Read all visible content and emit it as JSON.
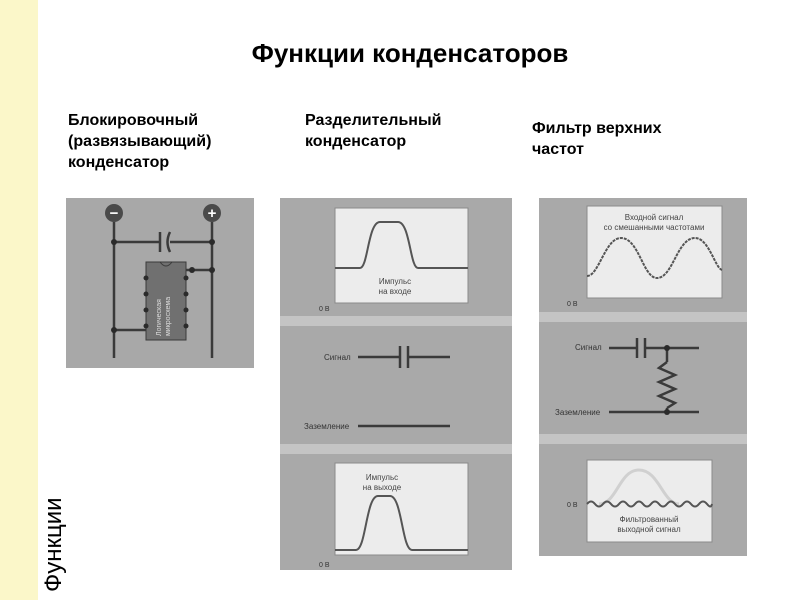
{
  "sidebar": {
    "label": "Функции"
  },
  "title": "Функции конденсаторов",
  "columns": [
    {
      "title": "Блокировочный\n(развязывающий)\nконденсатор"
    },
    {
      "title": "Разделительный\nконденсатор"
    },
    {
      "title": "Фильтр верхних\nчастот"
    }
  ],
  "panel1": {
    "minus": "−",
    "plus": "+",
    "chip_line1": "Логическая",
    "chip_line2": "микросхема"
  },
  "panel2": {
    "input_label1": "Импульс",
    "input_label2": "на входе",
    "zero1": "0 В",
    "signal": "Сигнал",
    "ground": "Заземление",
    "output_label1": "Импульс",
    "output_label2": "на выходе",
    "zero2": "0 В"
  },
  "panel3": {
    "input_label1": "Входной сигнал",
    "input_label2": "со смешанными частотами",
    "zero1": "0 В",
    "signal": "Сигнал",
    "ground": "Заземление",
    "zero2": "0 В",
    "output_label1": "Фильтрованный",
    "output_label2": "выходной сигнал"
  },
  "colors": {
    "sidebar": "#fbf7c9",
    "panel_bg": "#a9a9a9",
    "panel_band": "#bdbdbd",
    "card_bg": "#ececec",
    "wire": "#3a3a3a",
    "chip": "#707070"
  }
}
